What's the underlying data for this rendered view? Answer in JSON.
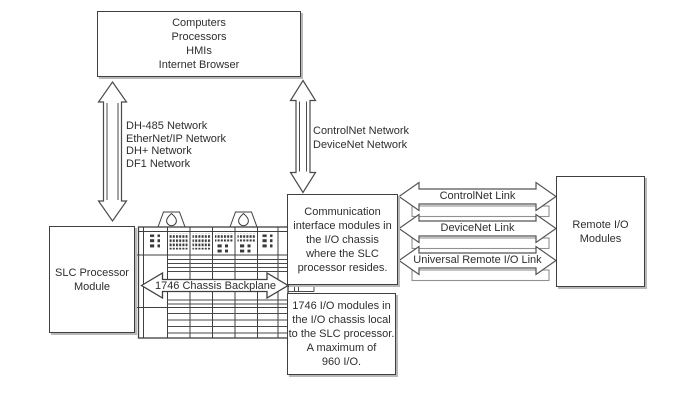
{
  "boxes": {
    "computers": {
      "lines": [
        "Computers",
        "Processors",
        "HMIs",
        "Internet Browser"
      ]
    },
    "slc": {
      "lines": [
        "SLC Processor",
        "Module"
      ]
    },
    "comm": {
      "lines": [
        "Communication",
        "interface modules in",
        "the I/O chassis",
        "where the SLC",
        "processor resides."
      ]
    },
    "io": {
      "lines": [
        "1746 I/O modules in",
        "the I/O chassis local",
        "to the SLC processor.",
        "A maximum of",
        "960 I/O."
      ]
    },
    "remote": {
      "lines": [
        "Remote I/O",
        "Modules"
      ]
    }
  },
  "labels": {
    "left_networks": [
      "DH-485 Network",
      "EtherNet/IP Network",
      "DH+ Network",
      "DF1 Network"
    ],
    "mid_networks": [
      "ControlNet Network",
      "DeviceNet Network"
    ],
    "links": [
      "ControlNet Link",
      "DeviceNet Link",
      "Universal Remote I/O Link"
    ],
    "backplane": "1746 Chassis Backplane"
  },
  "colors": {
    "background": "#ffffff",
    "box_border": "#3f3f3f",
    "arrow_outline": "#4a4a4a",
    "arrow_shadow": "#909090",
    "text": "#2e2e2e",
    "led_dot": "#3a3a3a",
    "box_shadow": "#b8b8b8"
  }
}
